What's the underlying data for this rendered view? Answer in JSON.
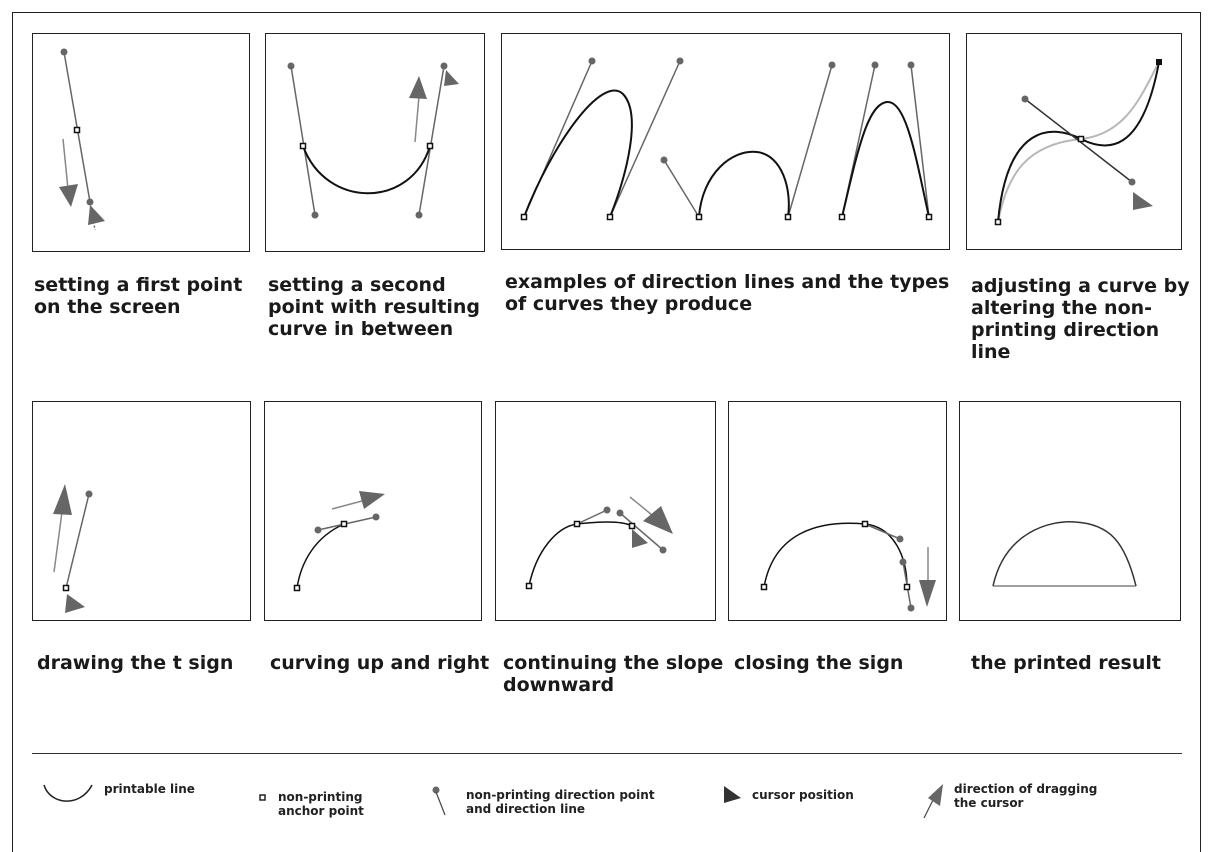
{
  "captions": {
    "p1": "setting a first point\non the screen",
    "p2": "setting a second\npoint with resulting\ncurve in between",
    "p3": "examples of direction lines and the types\nof curves they produce",
    "p4": "adjusting a curve by\naltering the  non-\nprinting direction\nline",
    "p5": "drawing the t sign",
    "p6": "curving up and right",
    "p7": "continuing the slope\ndownward",
    "p8": "closing the sign",
    "p9": "the printed result"
  },
  "legend": {
    "printable": "printable line",
    "anchor": "non-printing\nanchor point",
    "direction": "non-printing direction point\nand direction line",
    "cursor": "cursor position",
    "drag": "direction of dragging\nthe cursor"
  },
  "icons": [
    "anchor-point-icon",
    "direction-point-icon",
    "cursor-icon",
    "drag-arrow-icon"
  ]
}
